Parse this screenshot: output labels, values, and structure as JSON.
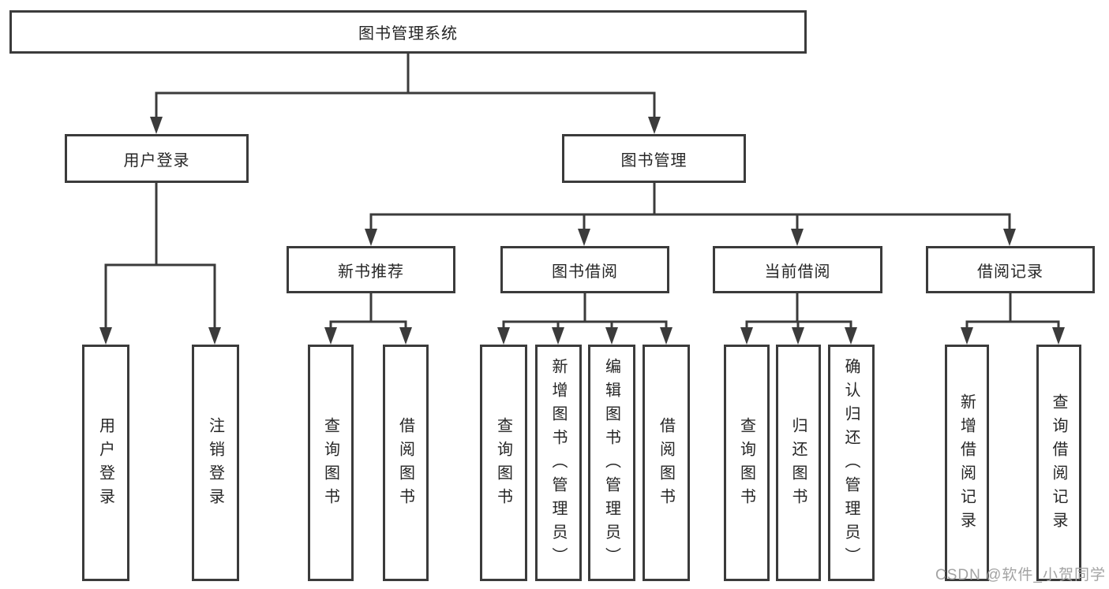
{
  "diagram_title": "图书管理系统",
  "watermark": "CSDN @软件_小贺同学",
  "colors": {
    "line": "#3b3b3b",
    "box_border": "#3b3b3b",
    "text": "#262626",
    "watermark": "#a3a3a3",
    "background": "#ffffff"
  },
  "tree": {
    "label": "图书管理系统",
    "children": [
      {
        "label": "用户登录",
        "children": [
          {
            "label": "用户登录"
          },
          {
            "label": "注销登录"
          }
        ]
      },
      {
        "label": "图书管理",
        "children": [
          {
            "label": "新书推荐",
            "children": [
              {
                "label": "查询图书"
              },
              {
                "label": "借阅图书"
              }
            ]
          },
          {
            "label": "图书借阅",
            "children": [
              {
                "label": "查询图书"
              },
              {
                "label": "新增图书（管理员）"
              },
              {
                "label": "编辑图书（管理员）"
              },
              {
                "label": "借阅图书"
              }
            ]
          },
          {
            "label": "当前借阅",
            "children": [
              {
                "label": "查询图书"
              },
              {
                "label": "归还图书"
              },
              {
                "label": "确认归还（管理员）"
              }
            ]
          },
          {
            "label": "借阅记录",
            "children": [
              {
                "label": "新增借阅记录"
              },
              {
                "label": "查询借阅记录"
              }
            ]
          }
        ]
      }
    ]
  }
}
